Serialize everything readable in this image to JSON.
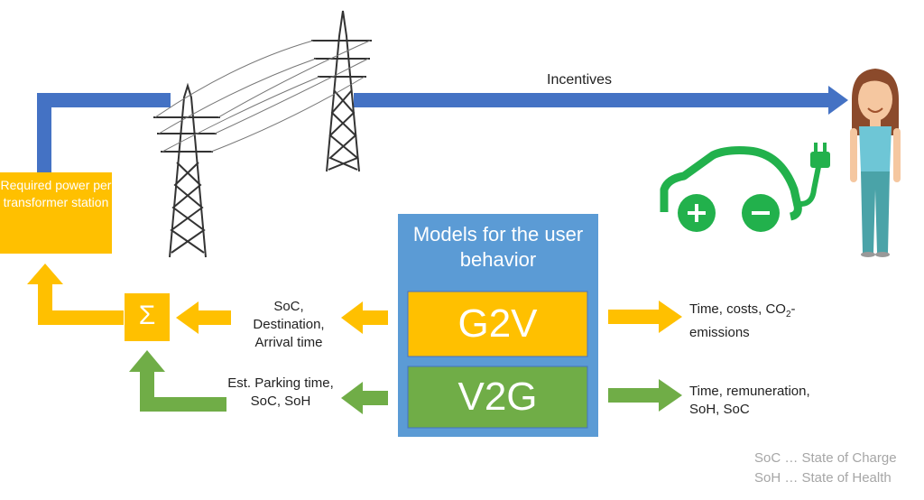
{
  "required_box": {
    "label": "Required power per transformer station"
  },
  "incentives": {
    "label": "Incentives"
  },
  "models_box": {
    "title": "Models for the user behavior"
  },
  "g2v": {
    "label": "G2V"
  },
  "v2g": {
    "label": "V2G"
  },
  "sum_symbol": "Σ",
  "g2v_inputs": {
    "line1": "SoC,",
    "line2": "Destination,",
    "line3": "Arrival time"
  },
  "v2g_inputs": {
    "line1": "Est. Parking time,",
    "line2": "SoC, SoH"
  },
  "g2v_outputs": {
    "line1_prefix": "Time, costs, CO",
    "line1_sub": "2",
    "line1_suffix": "-",
    "line2": "emissions"
  },
  "v2g_outputs": {
    "line1": "Time, remuneration,",
    "line2": "SoH, SoC"
  },
  "legend": {
    "line1": "SoC … State of Charge",
    "line2": "SoH … State of Health"
  },
  "icons": {
    "car": "electric-car-plug-icon",
    "pylons": "power-pylon-icon",
    "person": "woman-person-icon"
  },
  "colors": {
    "blue": "#4472c4",
    "orange": "#ffc000",
    "green": "#70ad47",
    "models_bg": "#5b9bd5",
    "car_green": "#22b14c"
  }
}
